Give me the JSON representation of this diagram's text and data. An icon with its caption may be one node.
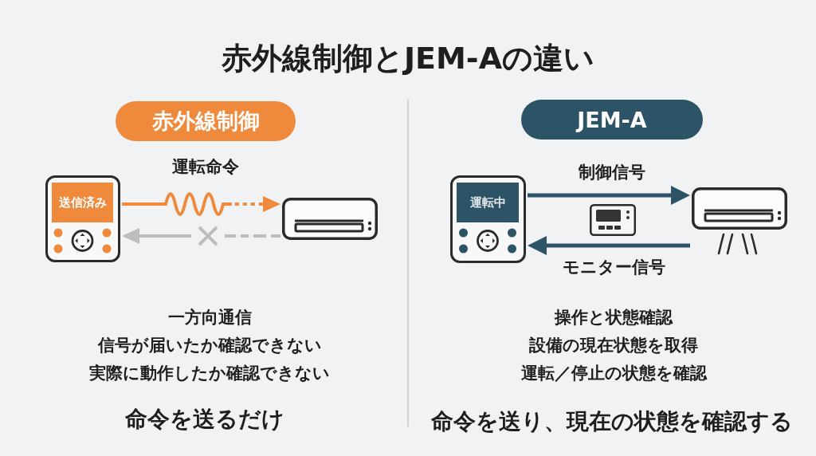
{
  "diagram": {
    "title": "赤外線制御とJEM-Aの違い",
    "nodes": [
      {
        "text": [
          "赤外線制御"
        ]
      },
      {
        "text": [
          "送信済み"
        ]
      },
      {
        "text": [],
        "shape": "picture"
      },
      {
        "text": [
          "JEM-A"
        ]
      },
      {
        "text": [
          "運転中"
        ]
      },
      {
        "text": [],
        "shape": "picture"
      }
    ],
    "edges": [
      {
        "from": 1,
        "to": 2,
        "arrow": "to",
        "label": "運転命令",
        "color": "#ef8a3d"
      },
      {
        "from": 2,
        "to": 1,
        "arrow": "to",
        "style": "dashed",
        "color": "#bdbdbd"
      },
      {
        "from": 4,
        "to": 5,
        "arrow": "to",
        "label": "制御信号"
      },
      {
        "from": 5,
        "to": 4,
        "arrow": "to",
        "label": "モニター信号"
      }
    ],
    "labels": [
      "一方向通信",
      "信号が届いたか確認できない",
      "実際に動作したか確認できない",
      "命令を送るだけ",
      "操作と状態確認",
      "設備の現在状態を取得",
      "運転／停止の状態を確認",
      "命令を送り、現在の状態を確認する"
    ]
  }
}
